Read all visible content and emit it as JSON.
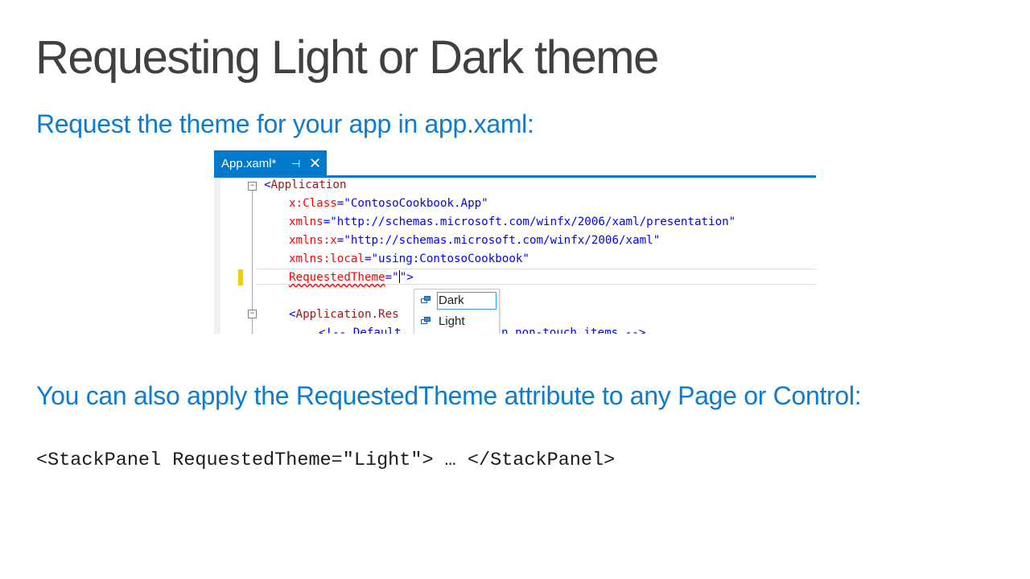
{
  "slide": {
    "title": "Requesting Light or Dark theme",
    "subtitle": "Request the theme for your app in app.xaml:",
    "body_text": "You can also apply the RequestedTheme attribute to any Page or Control:",
    "code_sample": "<StackPanel RequestedTheme=\"Light\"> … </StackPanel>"
  },
  "editor": {
    "tab": {
      "label": "App.xaml*",
      "pin_glyph": "⊣",
      "close_glyph": "✕",
      "pin_icon": "pin-icon",
      "close_icon": "close-icon"
    },
    "colors": {
      "accent": "#007acc",
      "element_name": "#a31515",
      "attribute_name": "#ff0000",
      "attribute_value": "#0000ff",
      "comment": "#008000",
      "change_marker": "#f0d000"
    },
    "lines": {
      "l1_bracket": "<",
      "l1_tag": "Application",
      "l2_attr": "x:Class",
      "l2_eq": "=",
      "l2_val": "\"ContosoCookbook.App\"",
      "l3_attr": "xmlns",
      "l3_eq": "=",
      "l3_val": "\"http://schemas.microsoft.com/winfx/2006/xaml/presentation\"",
      "l4_attr": "xmlns:x",
      "l4_eq": "=",
      "l4_val": "\"http://schemas.microsoft.com/winfx/2006/xaml\"",
      "l5_attr": "xmlns:local",
      "l5_eq": "=",
      "l5_val": "\"using:ContosoCookbook\"",
      "l6_attr": "RequestedTheme",
      "l6_eq": "=",
      "l6_q1": "\"",
      "l6_q2": "\"",
      "l6_close": ">",
      "l8_bracket": "<",
      "l8_tag": "Application.Res",
      "l9_cmt1": "<!-- Default",
      "l9_cmt2": "n non-touch items -->"
    },
    "fold": {
      "glyph": "−"
    },
    "autocomplete": {
      "items": [
        {
          "label": "Dark",
          "selected": true,
          "icon": "enum-value-icon"
        },
        {
          "label": "Light",
          "selected": false,
          "icon": "enum-value-icon"
        }
      ]
    }
  }
}
